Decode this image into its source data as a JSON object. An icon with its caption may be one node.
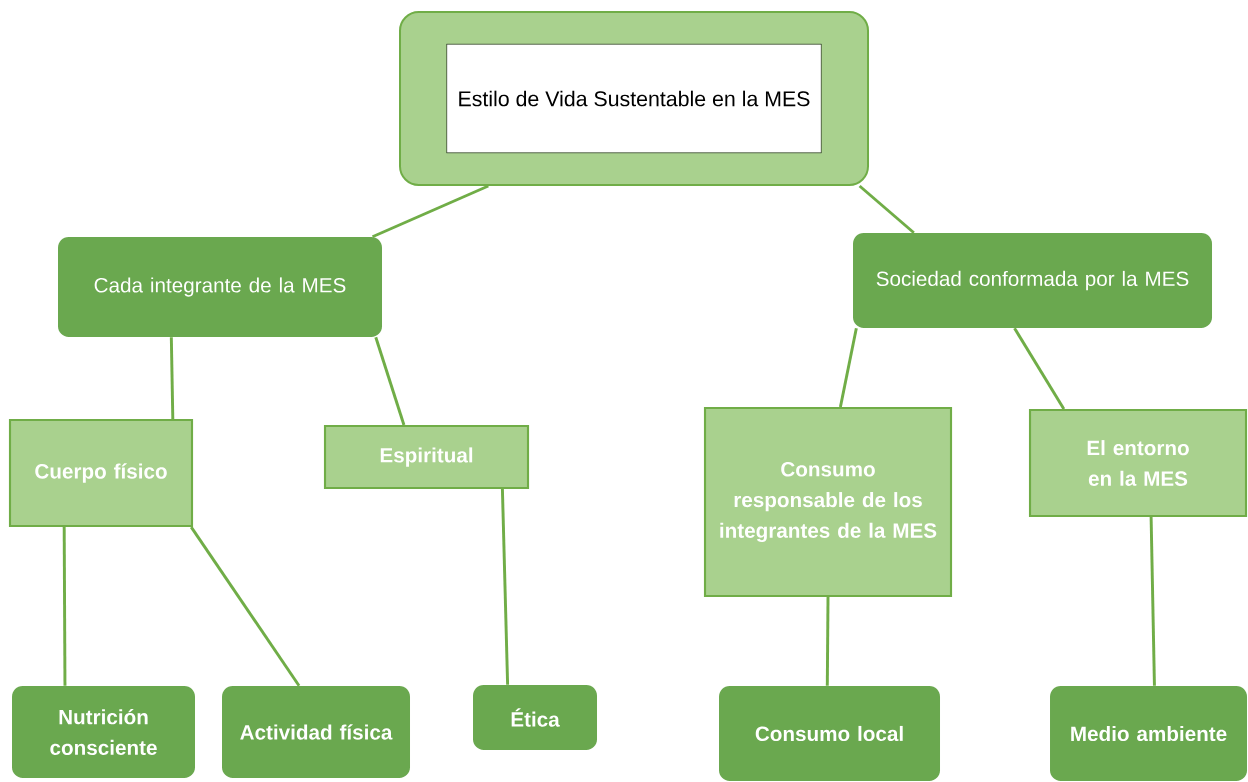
{
  "diagram": {
    "nodes": [
      {
        "text": [
          "Estilo de Vida Sustentable en la MES"
        ]
      },
      {
        "text": [
          "Cada integrante de la MES"
        ]
      },
      {
        "text": [
          "Sociedad conformada por la MES"
        ]
      },
      {
        "text": [
          "Cuerpo físico"
        ]
      },
      {
        "text": [
          "Espiritual"
        ]
      },
      {
        "text": [
          "Consumo responsable de los integrantes de la MES"
        ]
      },
      {
        "text": [
          "El entorno en la MES"
        ]
      },
      {
        "text": [
          "Nutrición consciente"
        ]
      },
      {
        "text": [
          "Actividad física"
        ]
      },
      {
        "text": [
          "Ética"
        ]
      },
      {
        "text": [
          "Consumo local"
        ]
      },
      {
        "text": [
          "Medio ambiente"
        ]
      }
    ],
    "edges": [
      {
        "from": 0,
        "to": 1,
        "arrow": "none"
      },
      {
        "from": 0,
        "to": 2,
        "arrow": "none"
      },
      {
        "from": 1,
        "to": 3,
        "arrow": "none"
      },
      {
        "from": 1,
        "to": 4,
        "arrow": "none"
      },
      {
        "from": 2,
        "to": 5,
        "arrow": "none"
      },
      {
        "from": 2,
        "to": 6,
        "arrow": "none"
      },
      {
        "from": 3,
        "to": 7,
        "arrow": "none"
      },
      {
        "from": 3,
        "to": 8,
        "arrow": "none"
      },
      {
        "from": 4,
        "to": 9,
        "arrow": "none"
      },
      {
        "from": 5,
        "to": 10,
        "arrow": "none"
      },
      {
        "from": 6,
        "to": 11,
        "arrow": "none"
      }
    ]
  }
}
